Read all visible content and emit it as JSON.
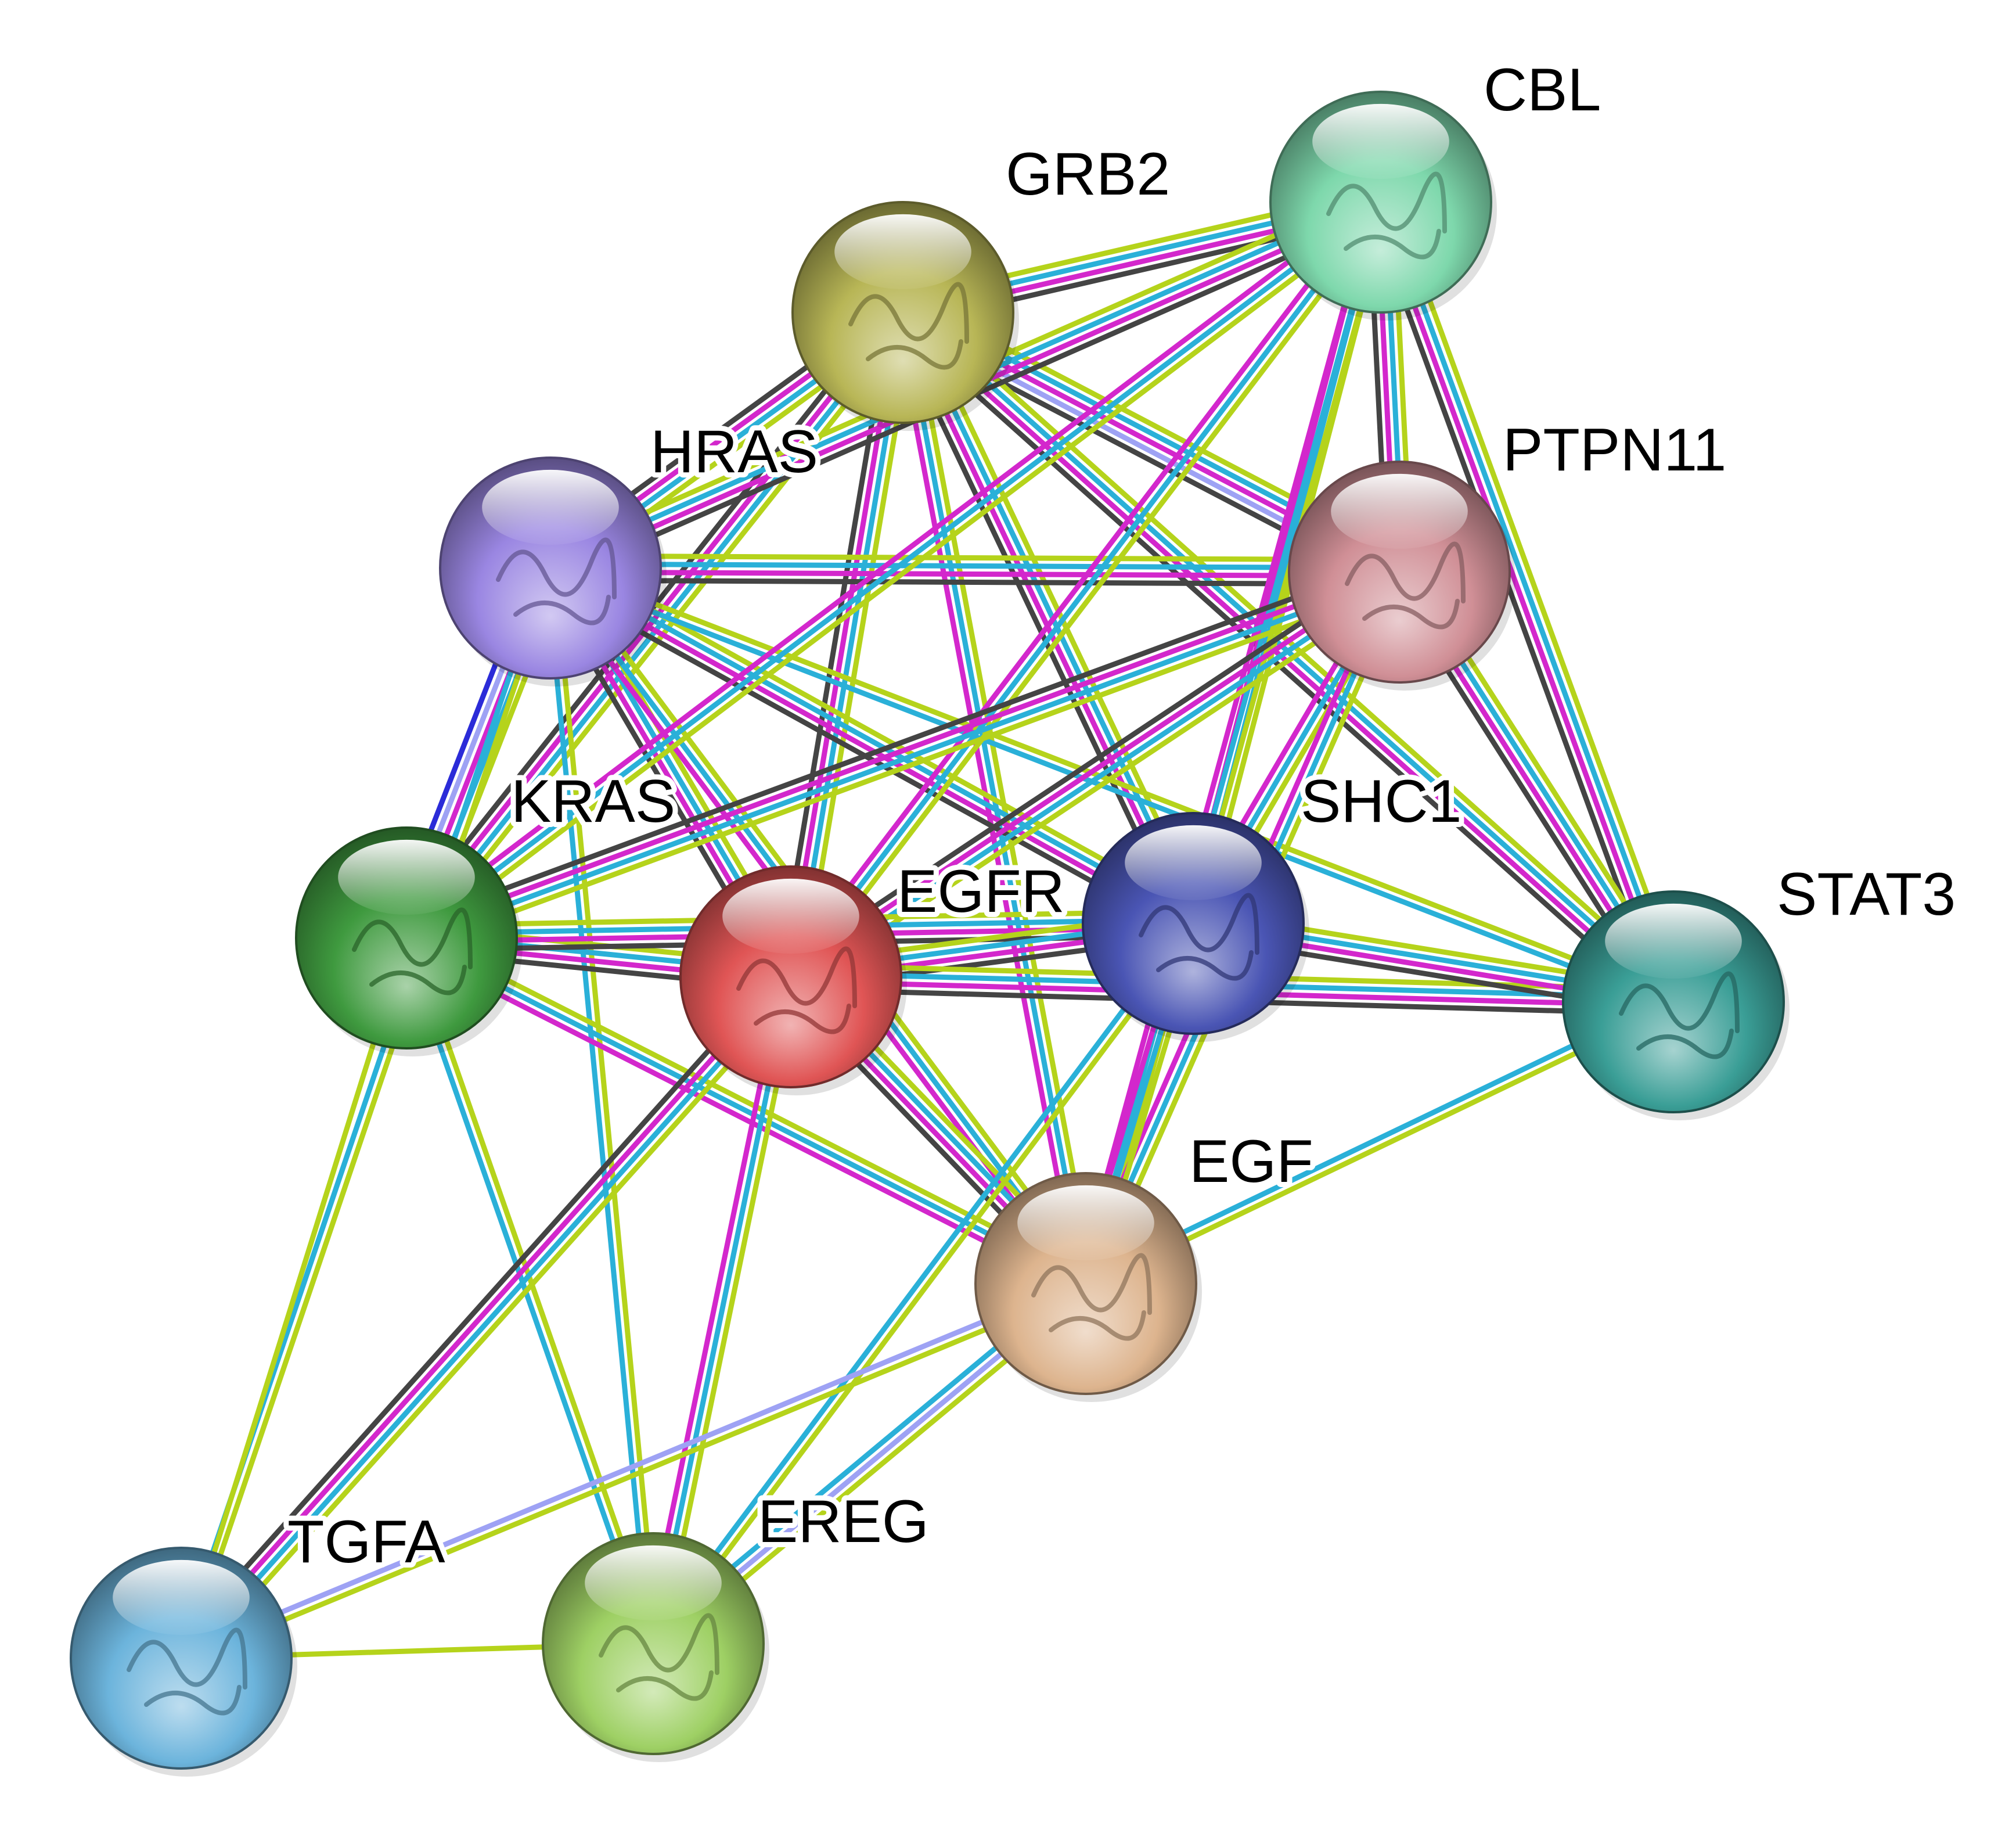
{
  "diagram": {
    "type": "protein-interaction-network",
    "nodes": [
      {
        "id": "CBL",
        "label": "CBL",
        "color": "#7ed8ac"
      },
      {
        "id": "GRB2",
        "label": "GRB2",
        "color": "#b8b656"
      },
      {
        "id": "PTPN11",
        "label": "PTPN11",
        "color": "#d08f96"
      },
      {
        "id": "HRAS",
        "label": "HRAS",
        "color": "#9a86e2"
      },
      {
        "id": "KRAS",
        "label": "KRAS",
        "color": "#3f9a3f"
      },
      {
        "id": "SHC1",
        "label": "SHC1",
        "color": "#4a55b4"
      },
      {
        "id": "EGFR",
        "label": "EGFR",
        "color": "#e05555"
      },
      {
        "id": "STAT3",
        "label": "STAT3",
        "color": "#3a9e96"
      },
      {
        "id": "EGF",
        "label": "EGF",
        "color": "#ddb48e"
      },
      {
        "id": "TGFA",
        "label": "TGFA",
        "color": "#6cb4dc"
      },
      {
        "id": "EREG",
        "label": "EREG",
        "color": "#9ed064"
      }
    ],
    "edge_colors": {
      "lime": "#b5d31b",
      "cyan": "#2ab0d8",
      "magenta": "#d327cc",
      "black": "#444444",
      "lavender": "#9ea2f4",
      "blue": "#2b2bd8"
    },
    "edges": [
      {
        "source": "GRB2",
        "target": "CBL",
        "channels": [
          "lime",
          "cyan",
          "magenta",
          "black"
        ]
      },
      {
        "source": "GRB2",
        "target": "HRAS",
        "channels": [
          "lime",
          "cyan",
          "magenta",
          "black"
        ]
      },
      {
        "source": "GRB2",
        "target": "KRAS",
        "channels": [
          "lime",
          "cyan",
          "magenta",
          "black"
        ]
      },
      {
        "source": "GRB2",
        "target": "EGFR",
        "channels": [
          "lime",
          "cyan",
          "magenta",
          "black"
        ]
      },
      {
        "source": "GRB2",
        "target": "SHC1",
        "channels": [
          "lime",
          "cyan",
          "magenta",
          "black"
        ]
      },
      {
        "source": "GRB2",
        "target": "PTPN11",
        "channels": [
          "lime",
          "cyan",
          "magenta",
          "lavender",
          "black"
        ]
      },
      {
        "source": "GRB2",
        "target": "EGF",
        "channels": [
          "lime",
          "cyan",
          "magenta"
        ]
      },
      {
        "source": "GRB2",
        "target": "STAT3",
        "channels": [
          "lime",
          "cyan",
          "magenta",
          "black"
        ]
      },
      {
        "source": "HRAS",
        "target": "CBL",
        "channels": [
          "lime",
          "cyan",
          "magenta",
          "black"
        ]
      },
      {
        "source": "HRAS",
        "target": "PTPN11",
        "channels": [
          "lime",
          "cyan",
          "magenta",
          "black"
        ]
      },
      {
        "source": "HRAS",
        "target": "KRAS",
        "channels": [
          "lime",
          "cyan",
          "magenta",
          "lavender",
          "blue"
        ]
      },
      {
        "source": "HRAS",
        "target": "EGFR",
        "channels": [
          "lime",
          "cyan",
          "magenta",
          "black"
        ]
      },
      {
        "source": "HRAS",
        "target": "SHC1",
        "channels": [
          "lime",
          "cyan",
          "magenta",
          "black"
        ]
      },
      {
        "source": "HRAS",
        "target": "EGF",
        "channels": [
          "lime",
          "cyan",
          "magenta"
        ]
      },
      {
        "source": "HRAS",
        "target": "STAT3",
        "channels": [
          "lime",
          "cyan"
        ]
      },
      {
        "source": "HRAS",
        "target": "TGFA",
        "channels": [
          "lime",
          "cyan"
        ]
      },
      {
        "source": "HRAS",
        "target": "EREG",
        "channels": [
          "lime",
          "cyan"
        ]
      },
      {
        "source": "CBL",
        "target": "PTPN11",
        "channels": [
          "lime",
          "cyan",
          "magenta",
          "black"
        ]
      },
      {
        "source": "CBL",
        "target": "SHC1",
        "channels": [
          "lime",
          "cyan",
          "magenta"
        ]
      },
      {
        "source": "CBL",
        "target": "EGFR",
        "channels": [
          "lime",
          "cyan",
          "magenta"
        ]
      },
      {
        "source": "CBL",
        "target": "KRAS",
        "channels": [
          "lime",
          "cyan",
          "magenta"
        ]
      },
      {
        "source": "CBL",
        "target": "EGF",
        "channels": [
          "lime",
          "cyan",
          "magenta"
        ]
      },
      {
        "source": "CBL",
        "target": "STAT3",
        "channels": [
          "lime",
          "cyan",
          "magenta",
          "black"
        ]
      },
      {
        "source": "PTPN11",
        "target": "KRAS",
        "channels": [
          "lime",
          "cyan",
          "magenta",
          "black"
        ]
      },
      {
        "source": "PTPN11",
        "target": "EGFR",
        "channels": [
          "lime",
          "cyan",
          "magenta",
          "black"
        ]
      },
      {
        "source": "PTPN11",
        "target": "SHC1",
        "channels": [
          "lime",
          "cyan",
          "magenta"
        ]
      },
      {
        "source": "PTPN11",
        "target": "STAT3",
        "channels": [
          "lime",
          "cyan",
          "magenta",
          "black"
        ]
      },
      {
        "source": "PTPN11",
        "target": "EGF",
        "channels": [
          "lime",
          "cyan",
          "magenta"
        ]
      },
      {
        "source": "KRAS",
        "target": "EGFR",
        "channels": [
          "lime",
          "cyan",
          "magenta",
          "black"
        ]
      },
      {
        "source": "KRAS",
        "target": "SHC1",
        "channels": [
          "lime",
          "cyan",
          "magenta",
          "black"
        ]
      },
      {
        "source": "KRAS",
        "target": "EGF",
        "channels": [
          "lime",
          "cyan",
          "magenta"
        ]
      },
      {
        "source": "KRAS",
        "target": "TGFA",
        "channels": [
          "lime"
        ]
      },
      {
        "source": "KRAS",
        "target": "EREG",
        "channels": [
          "lime",
          "cyan"
        ]
      },
      {
        "source": "EGFR",
        "target": "SHC1",
        "channels": [
          "lime",
          "cyan",
          "magenta",
          "black"
        ]
      },
      {
        "source": "EGFR",
        "target": "STAT3",
        "channels": [
          "lime",
          "cyan",
          "magenta",
          "black"
        ]
      },
      {
        "source": "EGFR",
        "target": "EGF",
        "channels": [
          "lime",
          "cyan",
          "magenta",
          "black"
        ]
      },
      {
        "source": "EGFR",
        "target": "TGFA",
        "channels": [
          "lime",
          "cyan",
          "magenta",
          "black"
        ]
      },
      {
        "source": "EGFR",
        "target": "EREG",
        "channels": [
          "lime",
          "cyan",
          "magenta"
        ]
      },
      {
        "source": "SHC1",
        "target": "STAT3",
        "channels": [
          "lime",
          "cyan",
          "magenta",
          "black"
        ]
      },
      {
        "source": "SHC1",
        "target": "EGF",
        "channels": [
          "lime",
          "cyan",
          "magenta"
        ]
      },
      {
        "source": "SHC1",
        "target": "EREG",
        "channels": [
          "lime",
          "cyan"
        ]
      },
      {
        "source": "STAT3",
        "target": "EGF",
        "channels": [
          "lime",
          "cyan"
        ]
      },
      {
        "source": "EGF",
        "target": "TGFA",
        "channels": [
          "lime",
          "lavender"
        ]
      },
      {
        "source": "EGF",
        "target": "EREG",
        "channels": [
          "lime",
          "lavender",
          "cyan"
        ]
      },
      {
        "source": "TGFA",
        "target": "EREG",
        "channels": [
          "lime"
        ]
      }
    ]
  }
}
